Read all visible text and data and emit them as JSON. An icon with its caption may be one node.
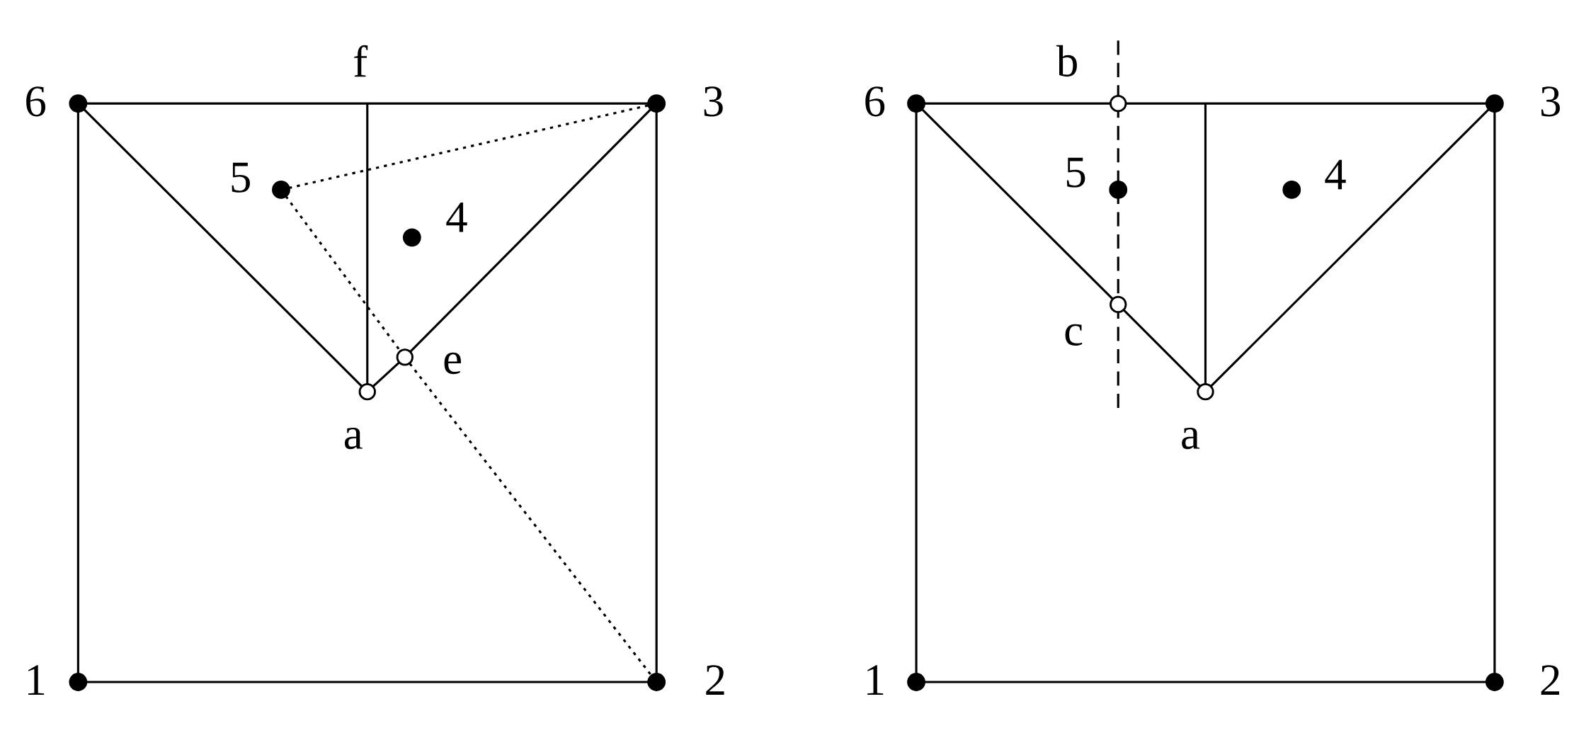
{
  "diagram": {
    "nodes": [
      {
        "text": [],
        "shape": "dot",
        "beside": [
          "6"
        ]
      },
      {
        "text": [],
        "shape": "dot",
        "beside": [
          "3"
        ]
      },
      {
        "text": [],
        "shape": "dot",
        "beside": [
          "5"
        ]
      },
      {
        "text": [],
        "shape": "dot",
        "beside": [
          "4"
        ]
      },
      {
        "text": [],
        "shape": "circle",
        "beside": [
          "e"
        ]
      },
      {
        "text": [],
        "shape": "circle",
        "beside": [
          "a"
        ]
      },
      {
        "text": [],
        "shape": "dot",
        "beside": [
          "1"
        ]
      },
      {
        "text": [],
        "shape": "dot",
        "beside": [
          "2"
        ]
      },
      {
        "text": [],
        "shape": "dot",
        "beside": [
          "6"
        ]
      },
      {
        "text": [],
        "shape": "circle",
        "beside": [
          "b"
        ]
      },
      {
        "text": [],
        "shape": "dot",
        "beside": [
          "3"
        ]
      },
      {
        "text": [],
        "shape": "dot",
        "beside": [
          "5"
        ]
      },
      {
        "text": [],
        "shape": "dot",
        "beside": [
          "4"
        ]
      },
      {
        "text": [],
        "shape": "circle",
        "beside": [
          "c"
        ]
      },
      {
        "text": [],
        "shape": "circle",
        "beside": [
          "a"
        ]
      },
      {
        "text": [],
        "shape": "dot",
        "beside": [
          "1"
        ]
      },
      {
        "text": [],
        "shape": "dot",
        "beside": [
          "2"
        ]
      }
    ],
    "edges": [
      {
        "from": 0,
        "to": 1,
        "arrow": "none"
      },
      {
        "from": 1,
        "to": 7,
        "arrow": "none"
      },
      {
        "from": 7,
        "to": 6,
        "arrow": "none"
      },
      {
        "from": 6,
        "to": 0,
        "arrow": "none"
      },
      {
        "from": 0,
        "to": 5,
        "arrow": "none"
      },
      {
        "from": 5,
        "to": 4,
        "arrow": "none"
      },
      {
        "from": 4,
        "to": 1,
        "arrow": "none"
      },
      {
        "from": 5,
        "to": null,
        "arrow": "none"
      },
      {
        "from": 2,
        "to": 1,
        "arrow": "none",
        "style": "dashed"
      },
      {
        "from": 2,
        "to": 4,
        "arrow": "none",
        "style": "dashed"
      },
      {
        "from": 4,
        "to": 7,
        "arrow": "none",
        "style": "dashed"
      },
      {
        "from": 8,
        "to": 9,
        "arrow": "none"
      },
      {
        "from": 9,
        "to": 10,
        "arrow": "none"
      },
      {
        "from": 10,
        "to": 16,
        "arrow": "none"
      },
      {
        "from": 16,
        "to": 15,
        "arrow": "none"
      },
      {
        "from": 15,
        "to": 8,
        "arrow": "none"
      },
      {
        "from": 8,
        "to": 13,
        "arrow": "none"
      },
      {
        "from": 13,
        "to": 14,
        "arrow": "none"
      },
      {
        "from": 14,
        "to": 10,
        "arrow": "none"
      },
      {
        "from": 14,
        "to": null,
        "arrow": "none"
      },
      {
        "from": null,
        "to": 9,
        "arrow": "none",
        "style": "dashed"
      },
      {
        "from": 9,
        "to": 11,
        "arrow": "none",
        "style": "dashed"
      },
      {
        "from": 11,
        "to": 13,
        "arrow": "none",
        "style": "dashed"
      },
      {
        "from": 13,
        "to": null,
        "arrow": "none",
        "style": "dashed"
      }
    ],
    "labels": [
      "f"
    ]
  }
}
